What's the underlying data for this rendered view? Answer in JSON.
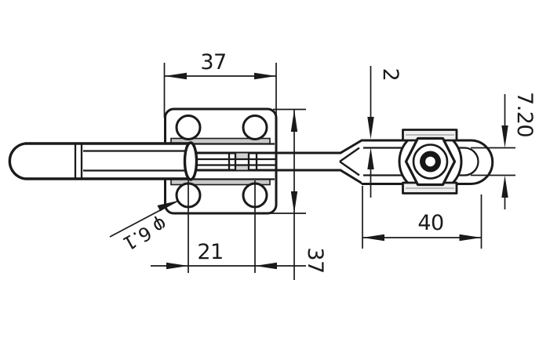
{
  "drawing": {
    "type": "engineering-drawing",
    "subject": "horizontal toggle clamp, front view with dimension annotations",
    "colors": {
      "background": "#ffffff",
      "lines": "#1a1a1a",
      "shading_gray": "#c9c9c9"
    },
    "dimensions": {
      "plate_width_top": "37",
      "bar_thickness": "2",
      "bar_section_height": "7.20",
      "spindle_span": "40",
      "hole_spacing": "21",
      "plate_height": "37",
      "hole_diameter": "φ 6.1"
    }
  }
}
